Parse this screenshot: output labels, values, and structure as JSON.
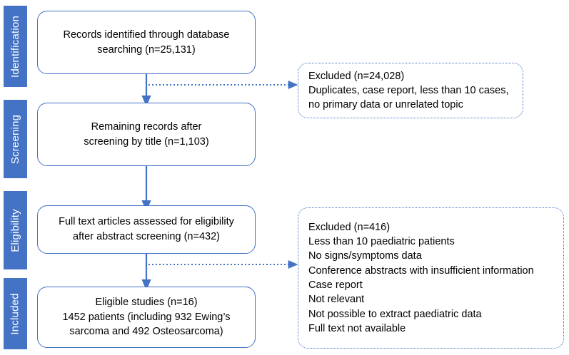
{
  "diagram": {
    "type": "prisma-flow-diagram",
    "accent_color": "#4472C4",
    "text_color": "#000000",
    "background_color": "#ffffff"
  },
  "stages": [
    {
      "label": "Identification"
    },
    {
      "label": "Screening"
    },
    {
      "label": "Eligibility"
    },
    {
      "label": "Included"
    }
  ],
  "flow_boxes": [
    {
      "id": "records-identified",
      "lines": [
        "Records identified through database",
        "searching (n=25,131)"
      ]
    },
    {
      "id": "remaining-records",
      "lines": [
        "Remaining records after",
        "screening by title (n=1,103)"
      ]
    },
    {
      "id": "full-text-assessed",
      "lines": [
        "Full text articles assessed for eligibility",
        "after abstract screening (n=432)"
      ]
    },
    {
      "id": "eligible-studies",
      "lines": [
        "Eligible studies (n=16)",
        "1452 patients (including 932 Ewing’s",
        "sarcoma and 492 Osteosarcoma)"
      ]
    }
  ],
  "excluded_boxes": [
    {
      "id": "excluded-screening",
      "lines": [
        "Excluded (n=24,028)",
        "Duplicates, case report, less than 10 cases,",
        "no primary data or unrelated topic"
      ]
    },
    {
      "id": "excluded-eligibility",
      "lines": [
        "Excluded (n=416)",
        "Less than 10 paediatric patients",
        "No signs/symptoms data",
        "Conference abstracts with insufficient information",
        "Case report",
        "Not relevant",
        "Not possible to extract paediatric data",
        "Full text not available"
      ]
    }
  ]
}
